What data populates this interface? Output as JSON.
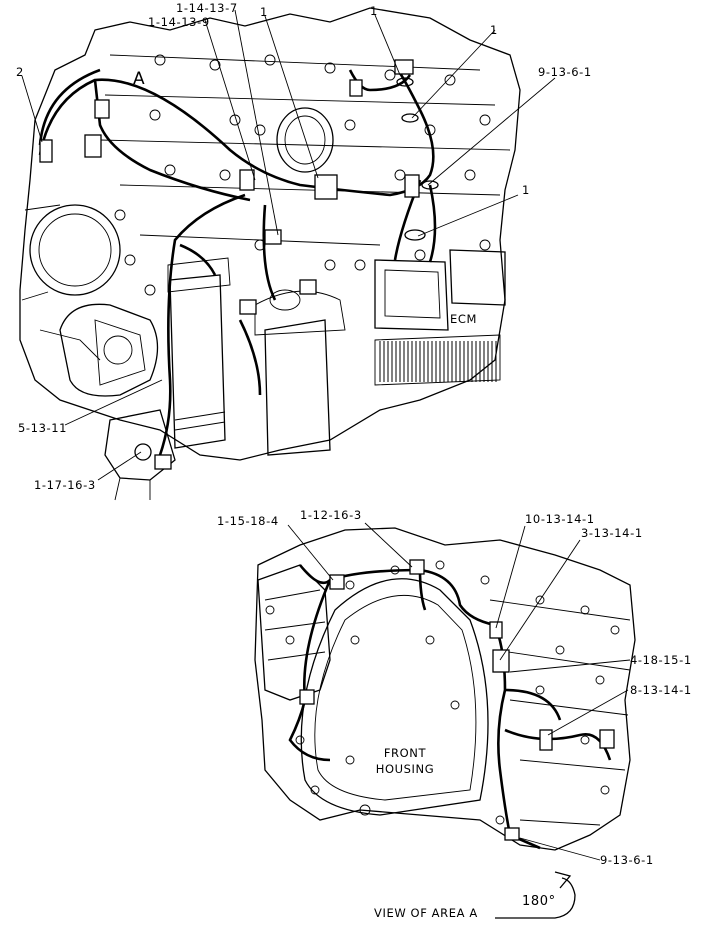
{
  "labels": {
    "l_1_14_13_7": "1-14-13-7",
    "l_1_14_13_9": "1-14-13-9",
    "l_1_a": "1",
    "l_1_b": "1",
    "l_1_c": "1",
    "l_1_d": "1",
    "l_2": "2",
    "l_9_13_6_1_top": "9-13-6-1",
    "l_5_13_11": "5-13-11",
    "l_1_17_16_3": "1-17-16-3",
    "l_1_15_18_4": "1-15-18-4",
    "l_1_12_16_3": "1-12-16-3",
    "l_10_13_14_1": "10-13-14-1",
    "l_3_13_14_1": "3-13-14-1",
    "l_4_18_15_1": "4-18-15-1",
    "l_8_13_14_1": "8-13-14-1",
    "l_9_13_6_1_bottom": "9-13-6-1"
  },
  "callouts": {
    "area_a": "A",
    "ecm": "ECM",
    "front_housing_line1": "FRONT",
    "front_housing_line2": "HOUSING",
    "view_caption": "VIEW OF AREA  A",
    "rotation": "180°"
  },
  "colors": {
    "ink": "#000000",
    "background": "#ffffff"
  }
}
